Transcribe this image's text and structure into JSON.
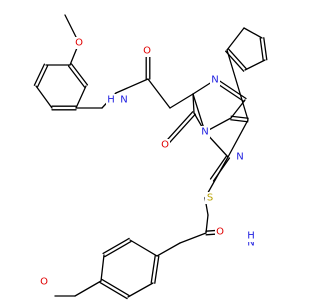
{
  "colors": {
    "bond": "#000000",
    "carbon": "#000000",
    "oxygen": "#e00000",
    "nitrogen": "#2020e0",
    "sulfur": "#b8a000",
    "background": "#ffffff"
  },
  "atoms": [
    {
      "id": "o_meo1",
      "label": "O",
      "element": "oxygen"
    },
    {
      "id": "o_amide1",
      "label": "O",
      "element": "oxygen"
    },
    {
      "id": "n_amide1",
      "label": "N",
      "element": "nitrogen"
    },
    {
      "id": "h_amide1",
      "label": "H",
      "element": "nitrogen"
    },
    {
      "id": "n_imine",
      "label": "N",
      "element": "nitrogen"
    },
    {
      "id": "n_bridge",
      "label": "N",
      "element": "nitrogen"
    },
    {
      "id": "n_ring",
      "label": "N",
      "element": "nitrogen"
    },
    {
      "id": "o_ketone",
      "label": "O",
      "element": "oxygen"
    },
    {
      "id": "s_thio",
      "label": "S",
      "element": "sulfur"
    },
    {
      "id": "o_amide2",
      "label": "O",
      "element": "oxygen"
    },
    {
      "id": "n_amide2",
      "label": "N",
      "element": "nitrogen"
    },
    {
      "id": "h_amide2",
      "label": "H",
      "element": "nitrogen"
    },
    {
      "id": "o_meo2",
      "label": "O",
      "element": "oxygen"
    }
  ]
}
